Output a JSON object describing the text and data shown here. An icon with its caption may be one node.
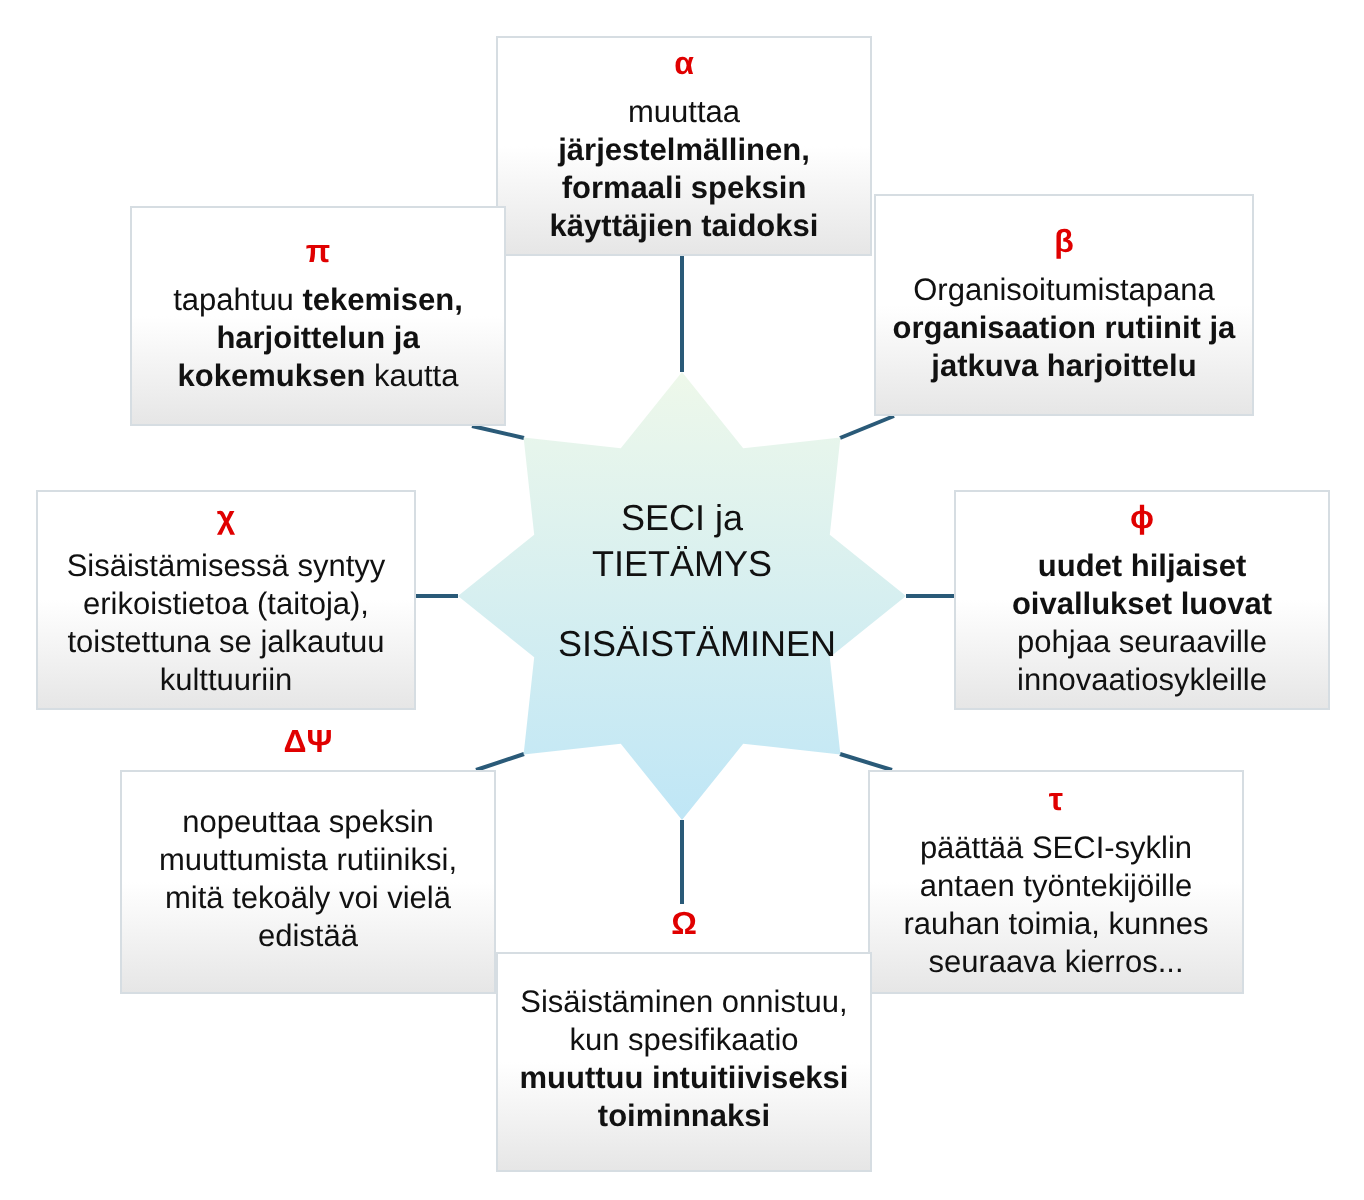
{
  "diagram": {
    "nodes": [
      {
        "text": [
          "α",
          "muuttaa **järjestelmällinen, formaali speksin käyttäjien taidoksi**"
        ]
      },
      {
        "text": [
          "π",
          "tapahtuu **tekemisen, harjoittelun ja kokemuksen** kautta"
        ]
      },
      {
        "text": [
          "β",
          "Organisoitumistapana **organisaation rutiinit ja jatkuva harjoittelu**"
        ]
      },
      {
        "text": [
          "SECI ja TIETÄMYS",
          "SISÄISTÄMINEN"
        ]
      },
      {
        "text": [
          "χ",
          "Sisäistämisessä syntyy erikoistietoa (taitoja), toistettuna se jalkautuu kulttuuriin"
        ]
      },
      {
        "text": [
          "ϕ",
          "**uudet hiljaiset oivallukset luovat** pohjaa seuraaville innovaatiosykleille"
        ]
      },
      {
        "text": [
          "ΔΨ",
          "nopeuttaa speksin muuttumista rutiiniksi, mitä tekoäly voi vielä edistää"
        ]
      },
      {
        "text": [
          "τ",
          "päättää SECI-syklin antaen työntekijöille rauhan toimia, kunnes seuraava kierros..."
        ]
      },
      {
        "text": [
          "Ω",
          "Sisäistäminen onnistuu, kun spesifikaatio **muuttuu intuitiiviseksi toiminnaksi**"
        ]
      }
    ],
    "edges": [
      {
        "from": 3,
        "to": 0,
        "arrow": "none"
      },
      {
        "from": 3,
        "to": 1,
        "arrow": "none"
      },
      {
        "from": 3,
        "to": 2,
        "arrow": "none"
      },
      {
        "from": 3,
        "to": 4,
        "arrow": "none"
      },
      {
        "from": 3,
        "to": 5,
        "arrow": "none"
      },
      {
        "from": 3,
        "to": 6,
        "arrow": "none"
      },
      {
        "from": 3,
        "to": 7,
        "arrow": "none"
      },
      {
        "from": 3,
        "to": 8,
        "arrow": "none"
      }
    ]
  }
}
